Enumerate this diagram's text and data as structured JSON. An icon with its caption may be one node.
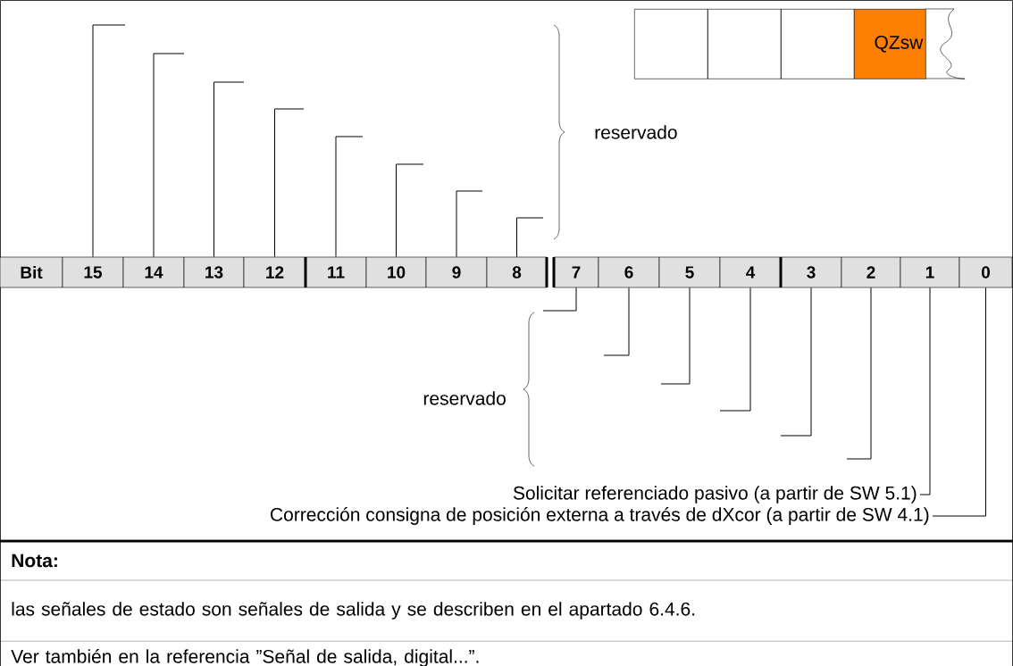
{
  "diagram": {
    "nodes": [
      {
        "text": [
          "Bit"
        ]
      },
      {
        "text": [
          "15"
        ]
      },
      {
        "text": [
          "14"
        ]
      },
      {
        "text": [
          "13"
        ]
      },
      {
        "text": [
          "12"
        ]
      },
      {
        "text": [
          "11"
        ]
      },
      {
        "text": [
          "10"
        ]
      },
      {
        "text": [
          "9"
        ]
      },
      {
        "text": [
          "8"
        ]
      },
      {
        "text": [
          "7"
        ]
      },
      {
        "text": [
          "6"
        ]
      },
      {
        "text": [
          "5"
        ]
      },
      {
        "text": [
          "4"
        ]
      },
      {
        "text": [
          "3"
        ]
      },
      {
        "text": [
          "2"
        ]
      },
      {
        "text": [
          "1"
        ]
      },
      {
        "text": [
          "0"
        ]
      },
      {
        "text": [],
        "shape": "box"
      },
      {
        "text": [],
        "shape": "box"
      },
      {
        "text": [],
        "shape": "box"
      },
      {
        "text": [
          "QZsw"
        ]
      },
      {
        "text": [],
        "shape": "box"
      },
      {
        "text": [
          "reservado"
        ]
      },
      {
        "text": [
          "reservado"
        ]
      },
      {
        "text": [
          "Solicitar referenciado pasivo (a partir de SW 5.1)"
        ]
      },
      {
        "text": [
          "Corrección consigna de posición externa a través de dXcor (a partir de SW 4.1)"
        ]
      }
    ],
    "edges": [
      {
        "from": 1,
        "to": null,
        "arrow": "none"
      },
      {
        "from": 2,
        "to": null,
        "arrow": "none"
      },
      {
        "from": 3,
        "to": null,
        "arrow": "none"
      },
      {
        "from": 4,
        "to": null,
        "arrow": "none"
      },
      {
        "from": 5,
        "to": null,
        "arrow": "none"
      },
      {
        "from": 6,
        "to": null,
        "arrow": "none"
      },
      {
        "from": 7,
        "to": null,
        "arrow": "none"
      },
      {
        "from": 8,
        "to": null,
        "arrow": "none"
      },
      {
        "from": 9,
        "to": null,
        "arrow": "none"
      },
      {
        "from": 10,
        "to": null,
        "arrow": "none"
      },
      {
        "from": 11,
        "to": null,
        "arrow": "none"
      },
      {
        "from": 12,
        "to": null,
        "arrow": "none"
      },
      {
        "from": 13,
        "to": null,
        "arrow": "none"
      },
      {
        "from": 14,
        "to": null,
        "arrow": "none"
      },
      {
        "from": 15,
        "to": 24,
        "arrow": "none"
      },
      {
        "from": 16,
        "to": 25,
        "arrow": "none"
      }
    ],
    "labels": [
      "Nota:",
      "las señales de estado son señales de salida y se describen en el apartado 6.4.6.",
      "Ver también en la referencia ”Señal de salida, digital...”."
    ]
  }
}
